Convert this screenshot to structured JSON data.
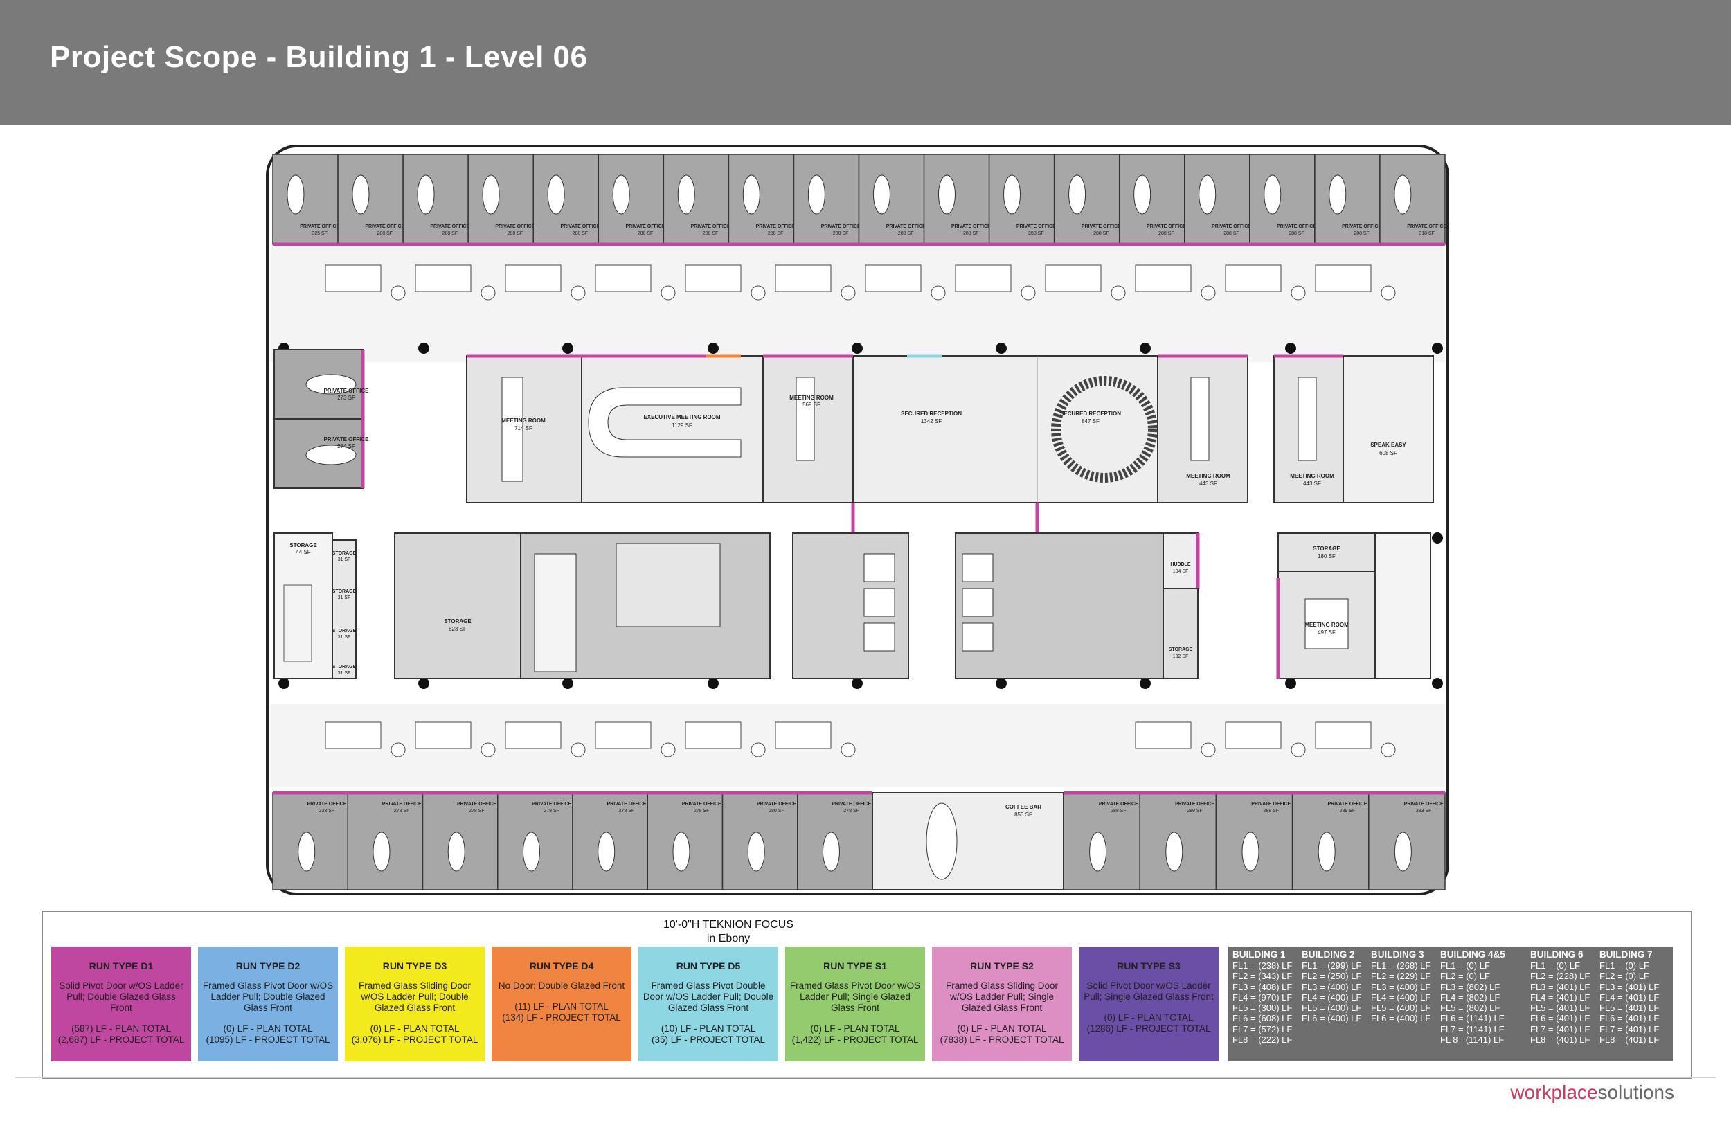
{
  "header": {
    "title": "Project Scope - Building 1 - Level 06"
  },
  "colors": {
    "header_bg": "#7a7a7a",
    "D1": "#c0479f",
    "D2": "#7bb0e2",
    "D3": "#f3ea1e",
    "D4": "#f08541",
    "D5": "#8fd6e3",
    "S1": "#93cb6e",
    "S2": "#dd8fc4",
    "S3": "#6b4ea6",
    "building_box": "#6e6e6e"
  },
  "plan": {
    "top_offices": [
      {
        "name": "PRIVATE OFFICE",
        "area": "325 SF"
      },
      {
        "name": "PRIVATE OFFICE",
        "area": "288 SF"
      },
      {
        "name": "PRIVATE OFFICE",
        "area": "288 SF"
      },
      {
        "name": "PRIVATE OFFICE",
        "area": "288 SF"
      },
      {
        "name": "PRIVATE OFFICE",
        "area": "288 SF"
      },
      {
        "name": "PRIVATE OFFICE",
        "area": "288 SF"
      },
      {
        "name": "PRIVATE OFFICE",
        "area": "288 SF"
      },
      {
        "name": "PRIVATE OFFICE",
        "area": "288 SF"
      },
      {
        "name": "PRIVATE OFFICE",
        "area": "288 SF"
      },
      {
        "name": "PRIVATE OFFICE",
        "area": "288 SF"
      },
      {
        "name": "PRIVATE OFFICE",
        "area": "288 SF"
      },
      {
        "name": "PRIVATE OFFICE",
        "area": "288 SF"
      },
      {
        "name": "PRIVATE OFFICE",
        "area": "288 SF"
      },
      {
        "name": "PRIVATE OFFICE",
        "area": "288 SF"
      },
      {
        "name": "PRIVATE OFFICE",
        "area": "288 SF"
      },
      {
        "name": "PRIVATE OFFICE",
        "area": "288 SF"
      },
      {
        "name": "PRIVATE OFFICE",
        "area": "288 SF"
      },
      {
        "name": "PRIVATE OFFICE",
        "area": "318 SF"
      }
    ],
    "left_offices": [
      {
        "name": "PRIVATE OFFICE",
        "area": "273 SF"
      },
      {
        "name": "PRIVATE OFFICE",
        "area": "274 SF"
      }
    ],
    "rooms": {
      "meeting_714": {
        "name": "MEETING ROOM",
        "area": "714 SF"
      },
      "exec_meeting": {
        "name": "EXECUTIVE MEETING ROOM",
        "area": "1129 SF"
      },
      "meeting_569": {
        "name": "MEETING ROOM",
        "area": "569 SF"
      },
      "secured_reception_1": {
        "name": "SECURED RECEPTION",
        "area": "1342 SF"
      },
      "secured_reception_2": {
        "name": "SECURED RECEPTION",
        "area": "847 SF"
      },
      "meeting_443a": {
        "name": "MEETING ROOM",
        "area": "443 SF"
      },
      "meeting_443b": {
        "name": "MEETING ROOM",
        "area": "443 SF"
      },
      "speak_easy": {
        "name": "SPEAK EASY",
        "area": "608 SF"
      },
      "storage_44": {
        "name": "STORAGE",
        "area": "44 SF"
      },
      "storage_31a": {
        "name": "STORAGE",
        "area": "31 SF"
      },
      "storage_31b": {
        "name": "STORAGE",
        "area": "31 SF"
      },
      "storage_31c": {
        "name": "STORAGE",
        "area": "31 SF"
      },
      "storage_31d": {
        "name": "STORAGE",
        "area": "31 SF"
      },
      "storage_823": {
        "name": "STORAGE",
        "area": "823 SF"
      },
      "huddle": {
        "name": "HUDDLE",
        "area": "104 SF"
      },
      "storage_182": {
        "name": "STORAGE",
        "area": "182 SF"
      },
      "storage_180": {
        "name": "STORAGE",
        "area": "180 SF"
      },
      "meeting_497": {
        "name": "MEETING ROOM",
        "area": "497 SF"
      },
      "coffee_bar": {
        "name": "COFFEE BAR",
        "area": "853 SF"
      }
    },
    "bottom_offices": [
      {
        "name": "PRIVATE OFFICE",
        "area": "333 SF"
      },
      {
        "name": "PRIVATE OFFICE",
        "area": "278 SF"
      },
      {
        "name": "PRIVATE OFFICE",
        "area": "278 SF"
      },
      {
        "name": "PRIVATE OFFICE",
        "area": "278 SF"
      },
      {
        "name": "PRIVATE OFFICE",
        "area": "278 SF"
      },
      {
        "name": "PRIVATE OFFICE",
        "area": "278 SF"
      },
      {
        "name": "PRIVATE OFFICE",
        "area": "280 SF"
      },
      {
        "name": "PRIVATE OFFICE",
        "area": "278 SF"
      },
      {
        "name": "PRIVATE OFFICE",
        "area": "288 SF"
      },
      {
        "name": "PRIVATE OFFICE",
        "area": "289 SF"
      },
      {
        "name": "PRIVATE OFFICE",
        "area": "288 SF"
      },
      {
        "name": "PRIVATE OFFICE",
        "area": "289 SF"
      },
      {
        "name": "PRIVATE OFFICE",
        "area": "333 SF"
      }
    ]
  },
  "legend": {
    "spec_line1": "10'-0\"H TEKNION FOCUS",
    "spec_line2": "in Ebony",
    "run_types": [
      {
        "title": "RUN TYPE D1",
        "desc": "Solid Pivot Door w/OS Ladder Pull; Double Glazed Glass Front",
        "plan": "(587) LF - PLAN TOTAL",
        "project": "(2,687) LF - PROJECT TOTAL",
        "color": "#c0479f",
        "text": "#222"
      },
      {
        "title": "RUN TYPE D2",
        "desc": "Framed Glass Pivot Door w/OS Ladder Pull; Double Glazed Glass Front",
        "plan": "(0) LF - PLAN TOTAL",
        "project": "(1095) LF - PROJECT TOTAL",
        "color": "#7bb0e2",
        "text": "#222"
      },
      {
        "title": "RUN TYPE D3",
        "desc": "Framed Glass Sliding Door w/OS Ladder Pull; Double Glazed Glass Front",
        "plan": "(0) LF - PLAN TOTAL",
        "project": "(3,076) LF - PROJECT TOTAL",
        "color": "#f3ea1e",
        "text": "#222"
      },
      {
        "title": "RUN TYPE D4",
        "desc": "No Door; Double Glazed Front",
        "plan": "(11) LF - PLAN TOTAL",
        "project": "(134) LF - PROJECT TOTAL",
        "color": "#f08541",
        "text": "#222"
      },
      {
        "title": "RUN TYPE D5",
        "desc": "Framed Glass Pivot Double Door w/OS Ladder Pull; Double Glazed Glass Front",
        "plan": "(10) LF - PLAN TOTAL",
        "project": "(35) LF - PROJECT TOTAL",
        "color": "#8fd6e3",
        "text": "#222"
      },
      {
        "title": "RUN TYPE S1",
        "desc": "Framed Glass Pivot Door w/OS Ladder Pull; Single Glazed Glass Front",
        "plan": "(0) LF - PLAN TOTAL",
        "project": "(1,422) LF - PROJECT TOTAL",
        "color": "#93cb6e",
        "text": "#222"
      },
      {
        "title": "RUN TYPE S2",
        "desc": "Framed Glass Sliding Door w/OS Ladder Pull; Single Glazed Glass Front",
        "plan": "(0) LF - PLAN TOTAL",
        "project": "(7838) LF - PROJECT TOTAL",
        "color": "#dd8fc4",
        "text": "#222"
      },
      {
        "title": "RUN TYPE S3",
        "desc": "Solid Pivot Door w/OS Ladder Pull; Single Glazed Glass Front",
        "plan": "(0) LF - PLAN TOTAL",
        "project": "(1286) LF - PROJECT TOTAL",
        "color": "#6b4ea6",
        "text": "#222"
      }
    ],
    "buildings": [
      {
        "name": "BUILDING 1",
        "lines": [
          "FL1 = (238) LF",
          "FL2 = (343) LF",
          "FL3 = (408) LF",
          "FL4 = (970) LF",
          "FL5 = (300) LF",
          "FL6 = (608) LF",
          "FL7 = (572) LF",
          "FL8 = (222) LF"
        ]
      },
      {
        "name": "BUILDING 2",
        "lines": [
          "FL1 = (299) LF",
          "FL2 = (250) LF",
          "FL3 = (400) LF",
          "FL4 = (400) LF",
          "FL5 = (400) LF",
          "FL6 = (400) LF"
        ]
      },
      {
        "name": "BUILDING 3",
        "lines": [
          "FL1 = (268) LF",
          "FL2 = (229) LF",
          "FL3 = (400) LF",
          "FL4 = (400) LF",
          "FL5 = (400) LF",
          "FL6 = (400) LF"
        ]
      },
      {
        "name": "BUILDING 4&5",
        "lines": [
          "FL1 = (0) LF",
          "FL2 = (0) LF",
          "FL3 = (802) LF",
          "FL4 = (802) LF",
          "FL5 = (802) LF",
          "FL6 = (1141) LF",
          "FL7 = (1141) LF",
          "FL 8 =(1141) LF"
        ]
      },
      {
        "name": "BUILDING 6",
        "lines": [
          "FL1 = (0) LF",
          "FL2 = (228) LF",
          "FL3 = (401) LF",
          "FL4 = (401) LF",
          "FL5 = (401) LF",
          "FL6 = (401) LF",
          "FL7 = (401) LF",
          "FL8 = (401) LF"
        ]
      },
      {
        "name": "BUILDING 7",
        "lines": [
          "FL1 = (0) LF",
          "FL2 = (0) LF",
          "FL3 = (401) LF",
          "FL4 = (401) LF",
          "FL5 = (401) LF",
          "FL6 = (401) LF",
          "FL7 = (401) LF",
          "FL8 = (401) LF"
        ]
      }
    ]
  },
  "brand": {
    "part1": "workplace",
    "part2": "solutions"
  }
}
